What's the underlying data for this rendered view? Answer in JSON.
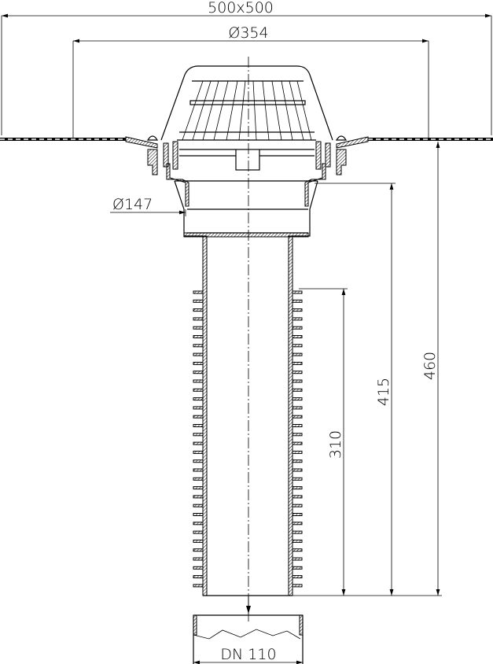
{
  "dimensions": {
    "overall_flange": "500x500",
    "flange_diameter": "Ø354",
    "outlet_diameter": "Ø147",
    "height_total": "460",
    "height_body": "415",
    "height_ribbed": "310",
    "pipe_size": "DN 110"
  },
  "colors": {
    "line": "#000000",
    "background": "#ffffff"
  }
}
